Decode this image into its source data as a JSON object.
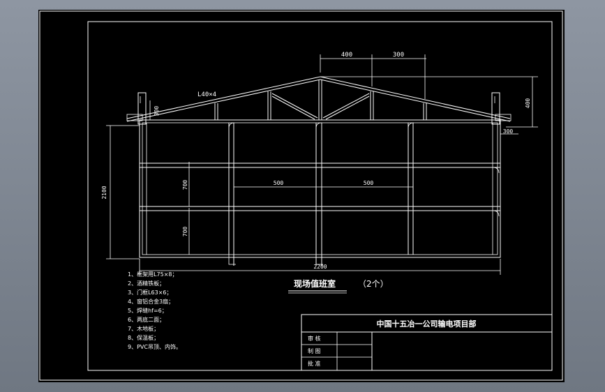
{
  "drawing": {
    "title": "现场值班室",
    "count": "（2个）",
    "roof_label": "L40×4",
    "dims": {
      "top_400": "400",
      "top_300": "300",
      "left_300": "300",
      "right_400": "400",
      "right_300": "300",
      "height_2100": "2100",
      "mid_700_upper": "700",
      "mid_700_lower": "700",
      "span_500_left": "500",
      "span_500_right": "500",
      "width_2200": "2200"
    },
    "notes": [
      "1、框架用L75×8；",
      "2、酒精铁板；",
      "3、门框L63×6；",
      "4、窗铝合金3扇；",
      "5、焊缝hf=6；",
      "6、两底二面；",
      "7、木地板；",
      "8、保温板；",
      "9、PVC吊顶、内饰。"
    ]
  },
  "title_block": {
    "project": "中国十五冶一公司输电项目部",
    "rows": [
      "审 核",
      "制 图",
      "批 准"
    ]
  }
}
